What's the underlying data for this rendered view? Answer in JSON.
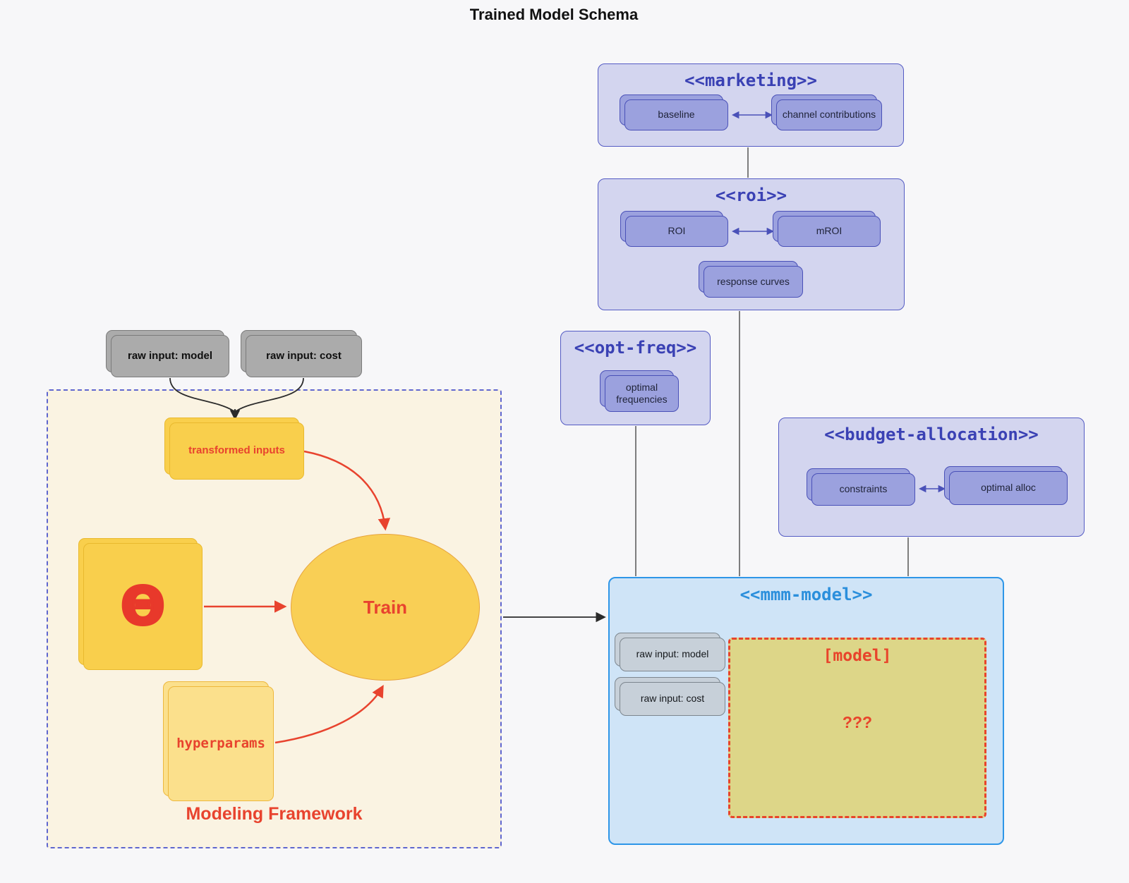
{
  "title": "Trained Model Schema",
  "marketing": {
    "title": "<<marketing>>",
    "baseline": "baseline",
    "channel": "channel contributions"
  },
  "roi": {
    "title": "<<roi>>",
    "roi": "ROI",
    "mroi": "mROI",
    "response": "response curves"
  },
  "optfreq": {
    "title": "<<opt-freq>>",
    "optimal": "optimal frequencies"
  },
  "budget": {
    "title": "<<budget-allocation>>",
    "constraints": "constraints",
    "alloc": "optimal alloc"
  },
  "mmm": {
    "title": "<<mmm-model>>",
    "raw_model": "raw input: model",
    "raw_cost": "raw input: cost",
    "model_tag": "[model]",
    "unknown": "???"
  },
  "inputs": {
    "model": "raw input: model",
    "cost": "raw input: cost"
  },
  "framework": {
    "label": "Modeling Framework",
    "transformed": "transformed inputs",
    "theta": "Θ",
    "train": "Train",
    "hyperparams": "hyperparams"
  },
  "colors": {
    "purple_container": "#d3d5ef",
    "purple_border": "#545bc4",
    "purple_node": "#9ba1de",
    "purple_title": "#3a41b4",
    "blue_container": "#cfe4f7",
    "blue_border": "#2e96e8",
    "blue_title": "#2b8fdc",
    "frame_fill": "#faf3e2",
    "frame_border": "#5f66cf",
    "yellow_node": "#f9cf4c",
    "yellow_light_node": "#fbe08c",
    "khaki_fill": "#ddd688",
    "red_accent": "#e8432e",
    "gray_node": "#ababab",
    "bluegray_node": "#c7d0d9",
    "edge_black": "#2b2b2b"
  }
}
